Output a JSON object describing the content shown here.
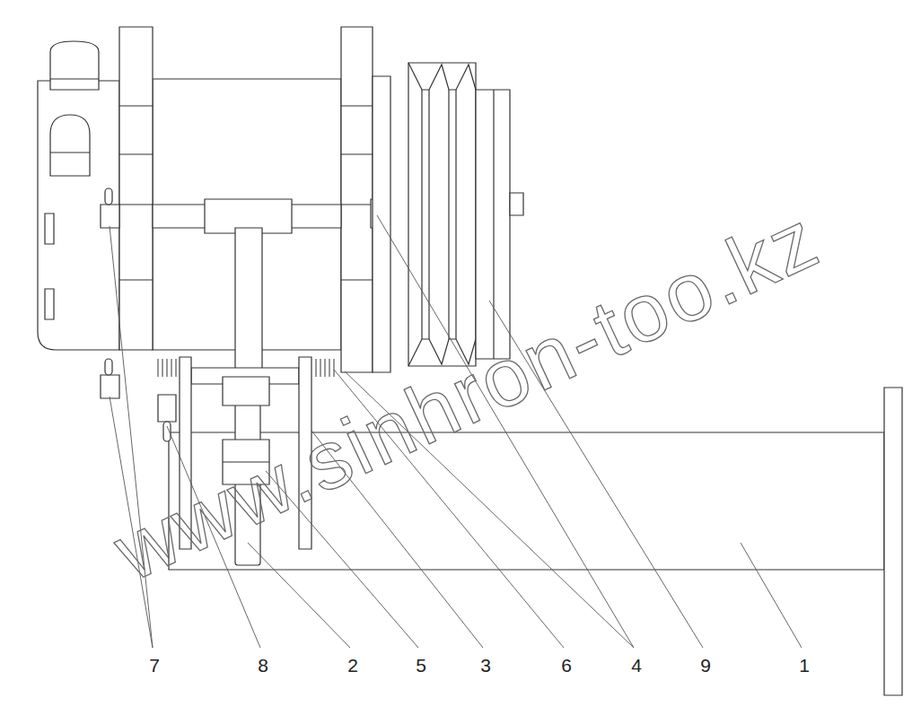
{
  "diagram": {
    "labels": [
      "7",
      "8",
      "2",
      "5",
      "3",
      "6",
      "4",
      "9",
      "1",
      "www.sinhron-too.kz"
    ]
  }
}
